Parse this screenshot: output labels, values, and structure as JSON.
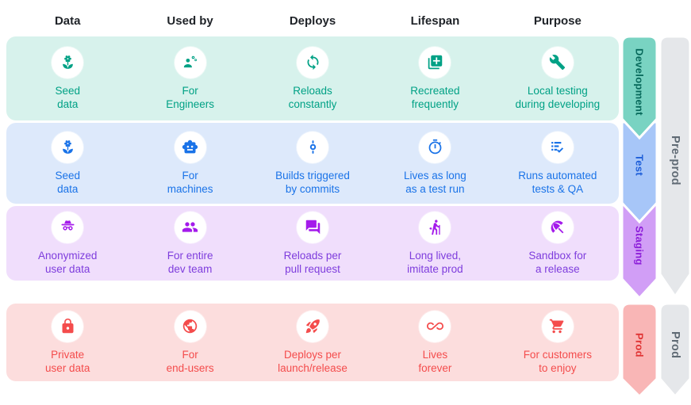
{
  "header": {
    "columns": [
      "Data",
      "Used by",
      "Deploys",
      "Lifespan",
      "Purpose"
    ]
  },
  "rows": [
    {
      "name": "Development",
      "cells": [
        {
          "icon": "seed-icon",
          "line1": "Seed",
          "line2": "data"
        },
        {
          "icon": "engineer-icon",
          "line1": "For",
          "line2": "Engineers"
        },
        {
          "icon": "sync-icon",
          "line1": "Reloads",
          "line2": "constantly"
        },
        {
          "icon": "library-add-icon",
          "line1": "Recreated",
          "line2": "frequently"
        },
        {
          "icon": "wrench-icon",
          "line1": "Local testing",
          "line2": "during developing"
        }
      ]
    },
    {
      "name": "Test",
      "cells": [
        {
          "icon": "seed-icon",
          "line1": "Seed",
          "line2": "data"
        },
        {
          "icon": "robot-icon",
          "line1": "For",
          "line2": "machines"
        },
        {
          "icon": "commit-icon",
          "line1": "Builds triggered",
          "line2": "by commits"
        },
        {
          "icon": "timer-icon",
          "line1": "Lives as long",
          "line2": "as a test run"
        },
        {
          "icon": "checklist-icon",
          "line1": "Runs automated",
          "line2": "tests & QA"
        }
      ]
    },
    {
      "name": "Staging",
      "cells": [
        {
          "icon": "incognito-icon",
          "line1": "Anonymized",
          "line2": "user data"
        },
        {
          "icon": "group-icon",
          "line1": "For entire",
          "line2": "dev team"
        },
        {
          "icon": "forum-icon",
          "line1": "Reloads per",
          "line2": "pull request"
        },
        {
          "icon": "hiking-icon",
          "line1": "Long lived,",
          "line2": "imitate prod"
        },
        {
          "icon": "beach-umbrella-icon",
          "line1": "Sandbox for",
          "line2": "a release"
        }
      ]
    },
    {
      "name": "Prod",
      "cells": [
        {
          "icon": "lock-icon",
          "line1": "Private",
          "line2": "user data"
        },
        {
          "icon": "globe-icon",
          "line1": "For",
          "line2": "end-users"
        },
        {
          "icon": "rocket-icon",
          "line1": "Deploys per",
          "line2": "launch/release"
        },
        {
          "icon": "infinity-icon",
          "line1": "Lives",
          "line2": "forever"
        },
        {
          "icon": "cart-icon",
          "line1": "For customers",
          "line2": "to enjoy"
        }
      ]
    }
  ],
  "groups": {
    "preprod": "Pre-prod",
    "prod": "Prod"
  },
  "theme": {
    "header-text": "#1f2328",
    "dev-bg": "#d7f2ec",
    "dev-accent": "#00a185",
    "dev-ribbon": "#79d3c2",
    "dev-ribbon-text": "#07695b",
    "test-bg": "#dde9fb",
    "test-accent": "#1a73e8",
    "test-ribbon": "#a7c6f8",
    "test-ribbon-text": "#1d5ed9",
    "staging-bg": "#f0defc",
    "staging-accent": "#a41aeb",
    "staging-text": "#7e3ddd",
    "staging-ribbon": "#d19ef6",
    "staging-ribbon-text": "#8d1fd9",
    "prod-bg": "#fcdddd",
    "prod-accent": "#f44c4c",
    "prod-ribbon": "#f9b6b6",
    "prod-ribbon-text": "#e03434",
    "gray-ribbon": "#e5e7ea",
    "gray-text": "#5f6a74"
  }
}
